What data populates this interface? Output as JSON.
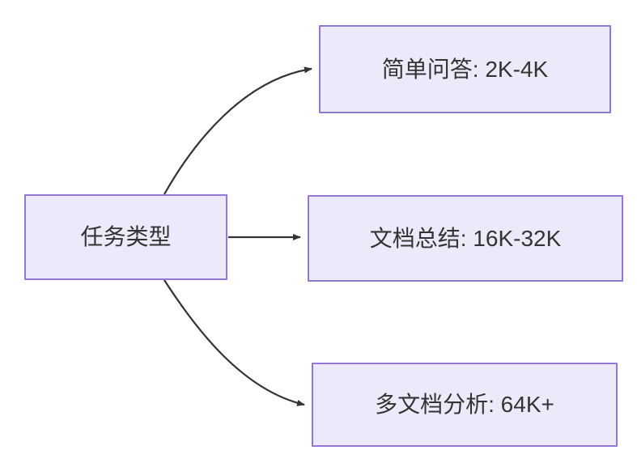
{
  "diagram": {
    "type": "flowchart",
    "direction": "left-to-right",
    "background_color": "#ffffff",
    "node_fill_color": "#ebeafa",
    "node_border_color": "#9277d4",
    "node_text_color": "#333333",
    "edge_color": "#333333",
    "source_node": {
      "id": "task-type",
      "label": "任务类型"
    },
    "target_nodes": [
      {
        "id": "simple-qa",
        "label": "简单问答: 2K-4K",
        "edge_style": "curved"
      },
      {
        "id": "doc-summary",
        "label": "文档总结: 16K-32K",
        "edge_style": "straight"
      },
      {
        "id": "multi-doc-analysis",
        "label": "多文档分析: 64K+",
        "edge_style": "curved"
      }
    ],
    "edges": [
      {
        "id": "edge-0",
        "from": "task-type",
        "to": "simple-qa",
        "arrowhead": "arrow-icon"
      },
      {
        "id": "edge-1",
        "from": "task-type",
        "to": "doc-summary",
        "arrowhead": "arrow-icon"
      },
      {
        "id": "edge-2",
        "from": "task-type",
        "to": "multi-doc-analysis",
        "arrowhead": "arrow-icon"
      }
    ]
  }
}
